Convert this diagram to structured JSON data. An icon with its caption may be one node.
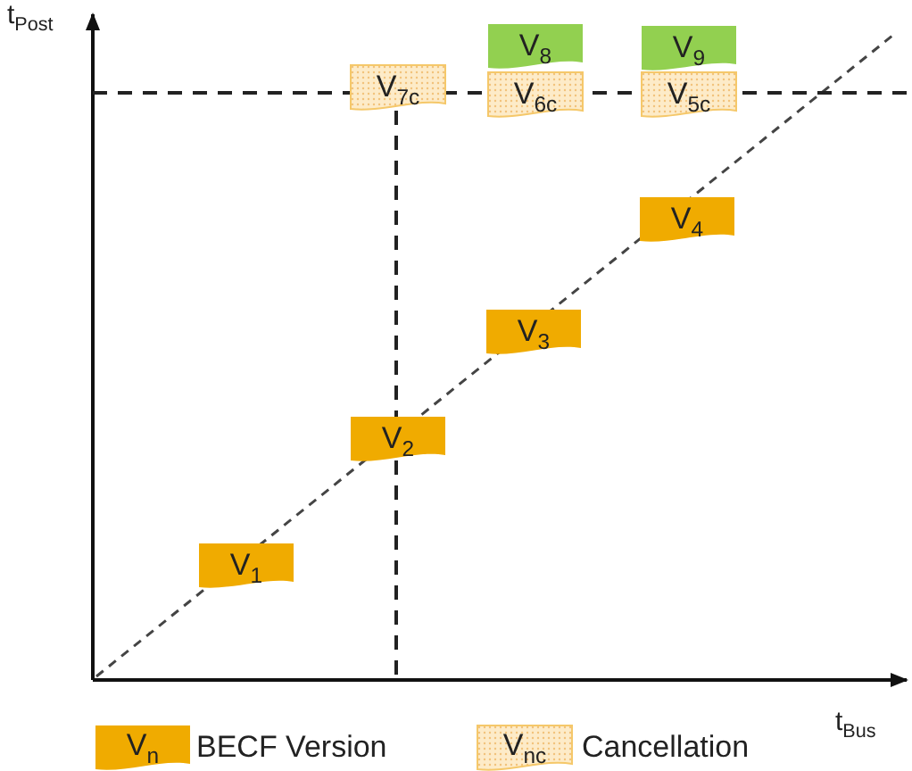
{
  "diagram": {
    "nodes": [
      {
        "text": [
          "V$_{1}$"
        ]
      },
      {
        "text": [
          "V$_{2}$"
        ]
      },
      {
        "text": [
          "V$_{3}$"
        ]
      },
      {
        "text": [
          "V$_{4}$"
        ]
      },
      {
        "text": [
          "V$_{7c}$"
        ]
      },
      {
        "text": [
          "V$_{8}$"
        ]
      },
      {
        "text": [
          "V$_{6c}$"
        ]
      },
      {
        "text": [
          "V$_{9}$"
        ]
      },
      {
        "text": [
          "V$_{5c}$"
        ]
      }
    ],
    "labels": [
      "t$_{Post}$",
      "t$_{Bus}$",
      "V$_{n}$",
      "V$_{nc}$"
    ],
    "legend": [
      {
        "text": "BECF Version",
        "color": "#f0ab00"
      },
      {
        "text": "Cancellation",
        "color": "#fdebc8"
      }
    ]
  }
}
